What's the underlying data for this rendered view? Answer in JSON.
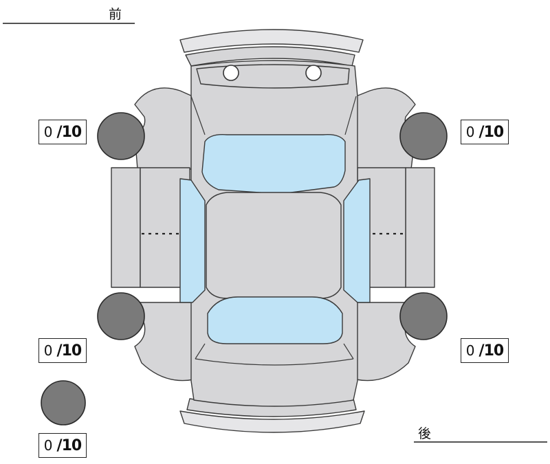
{
  "labels": {
    "front": "前",
    "rear": "後"
  },
  "tread_depth": {
    "front_left": {
      "value": "0",
      "fraction": "/10"
    },
    "front_right": {
      "value": "0",
      "fraction": "/10"
    },
    "rear_left": {
      "value": "0",
      "fraction": "/10"
    },
    "rear_right": {
      "value": "0",
      "fraction": "/10"
    },
    "spare": {
      "value": "0",
      "fraction": "/10"
    }
  },
  "colors": {
    "body_panel": "#d6d6d8",
    "glass": "#bfe3f6",
    "tire": "#7a7a7a"
  }
}
